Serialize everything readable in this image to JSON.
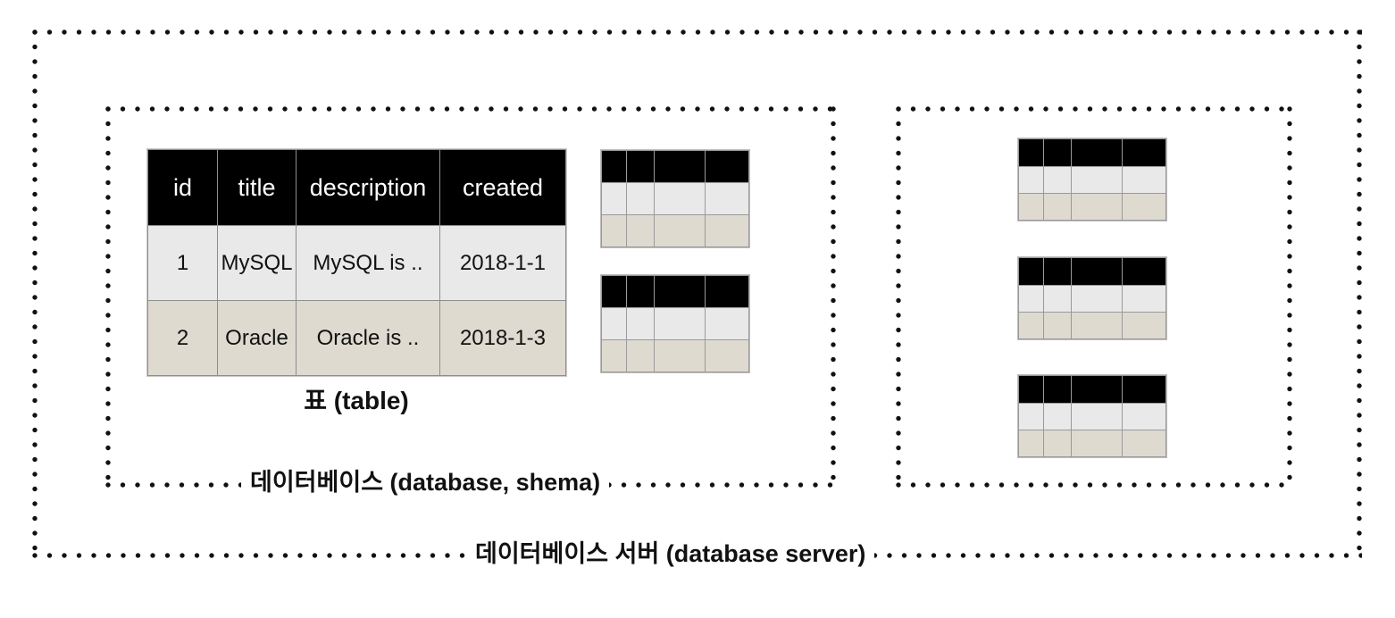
{
  "diagram": {
    "title_outer": "데이터베이스 서버 (database server)",
    "title_inner_left": "데이터베이스 (database, shema)",
    "caption_table": "표 (table)",
    "colors": {
      "header_bg": "#000000",
      "header_fg": "#ffffff",
      "row_light": "#e9e9e9",
      "row_beige": "#dedad0",
      "cell_border": "#8d8d8d",
      "dot_color": "#111111",
      "page_bg": "#ffffff"
    }
  },
  "table": {
    "columns": [
      "id",
      "title",
      "description",
      "created"
    ],
    "rows": [
      {
        "id": "1",
        "title": "MySQL",
        "description": "MySQL is ..",
        "created": "2018-1-1"
      },
      {
        "id": "2",
        "title": "Oracle",
        "description": "Oracle is ..",
        "created": "2018-1-3"
      }
    ]
  },
  "mini_tables": {
    "left_count": 2,
    "right_count": 3,
    "columns": 4,
    "rows": 3
  }
}
